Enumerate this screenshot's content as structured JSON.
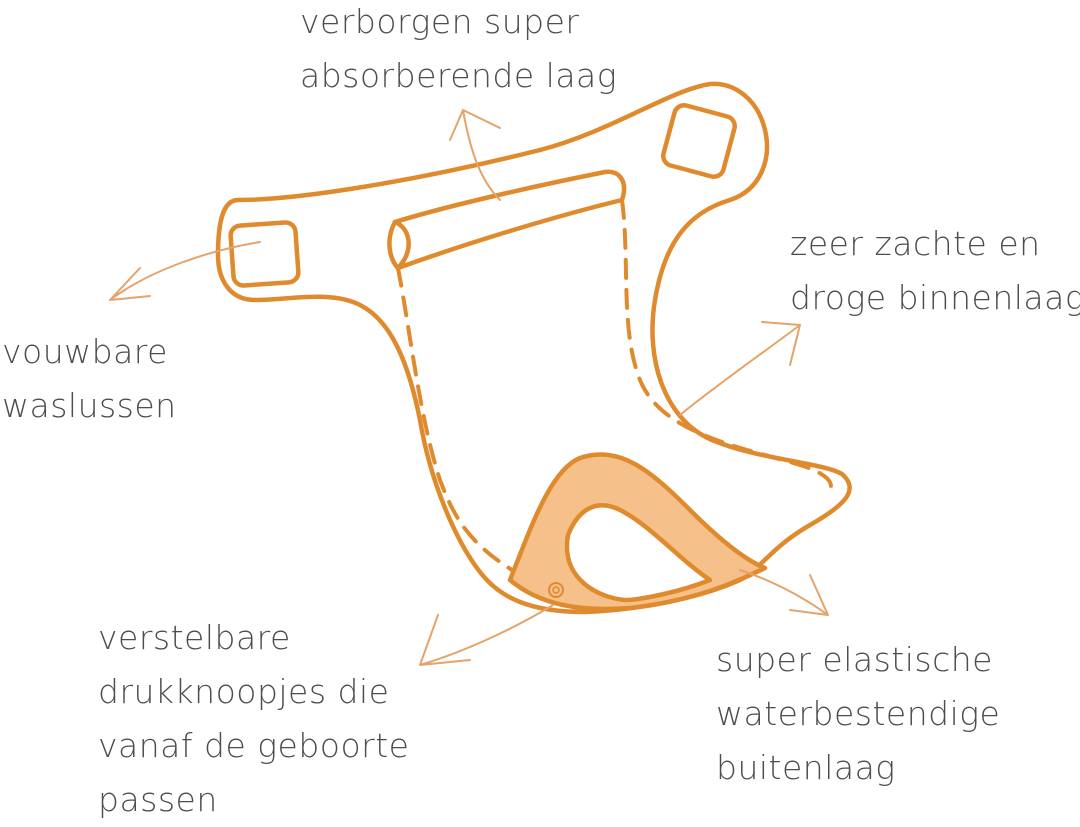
{
  "colors": {
    "line": "#e08a2e",
    "fill": "#f5c08a",
    "text": "#4d4d4d",
    "background": "#ffffff"
  },
  "labels": {
    "top": [
      "verborgen super",
      "absorberende laag"
    ],
    "left": [
      "vouwbare",
      "waslussen"
    ],
    "right": [
      "zeer zachte en",
      "droge binnenlaag"
    ],
    "bottom_left": [
      "verstelbare",
      "drukknoopjes die",
      "vanaf de geboorte",
      "passen"
    ],
    "bottom_right": [
      "super elastische",
      "waterbestendige",
      "buitenlaag"
    ]
  }
}
